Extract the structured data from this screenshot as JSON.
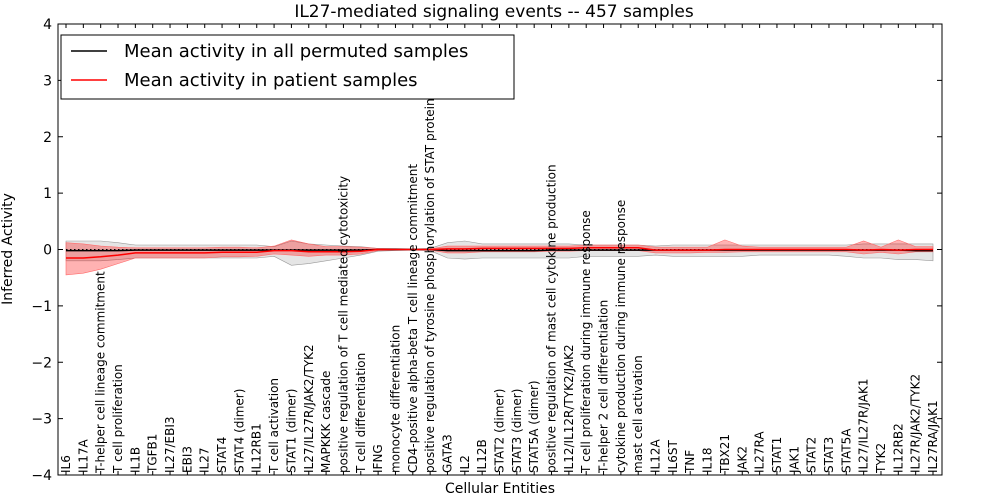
{
  "chart_data": {
    "type": "line",
    "title": "IL27-mediated signaling events -- 457 samples",
    "xlabel": "Cellular Entities",
    "ylabel": "Inferred Activity",
    "ylim": [
      -4,
      4
    ],
    "yticks": [
      -4,
      -3,
      -2,
      -1,
      0,
      1,
      2,
      3,
      4
    ],
    "ytick_labels": [
      "−4",
      "−3",
      "−2",
      "−1",
      "0",
      "1",
      "2",
      "3",
      "4"
    ],
    "legend_position": "top-left",
    "categories": [
      "IL6",
      "IL17A",
      "T-helper cell lineage commitment",
      "T cell proliferation",
      "IL1B",
      "TGFB1",
      "IL27/EBI3",
      "EBI3",
      "IL27",
      "STAT4",
      "STAT4 (dimer)",
      "IL12RB1",
      "T cell activation",
      "STAT1 (dimer)",
      "IL27/IL27R/JAK2/TYK2",
      "MAPKKK cascade",
      "positive regulation of T cell mediated cytotoxicity",
      "T cell differentiation",
      "IFNG",
      "monocyte differentiation",
      "CD4-positive alpha-beta T cell lineage commitment",
      "positive regulation of tyrosine phosphorylation of STAT protein",
      "GATA3",
      "IL2",
      "IL12B",
      "STAT2 (dimer)",
      "STAT3 (dimer)",
      "STAT5A (dimer)",
      "positive regulation of mast cell cytokine production",
      "IL12/IL12R/TYK2/JAK2",
      "T cell proliferation during immune response",
      "T-helper 2 cell differentiation",
      "cytokine production during immune response",
      "mast cell activation",
      "IL12A",
      "IL6ST",
      "TNF",
      "IL18",
      "TBX21",
      "JAK2",
      "IL27RA",
      "STAT1",
      "JAK1",
      "STAT2",
      "STAT3",
      "STAT5A",
      "IL27/IL27R/JAK1",
      "TYK2",
      "IL12RB2",
      "IL27R/JAK2/TYK2",
      "IL27RA/JAK1"
    ],
    "series": [
      {
        "name": "Mean activity in all permuted samples",
        "color": "#000000",
        "style": "line",
        "values": [
          -0.02,
          -0.02,
          -0.02,
          -0.02,
          -0.01,
          -0.01,
          -0.01,
          -0.01,
          -0.01,
          -0.01,
          -0.01,
          -0.01,
          -0.01,
          -0.01,
          -0.01,
          -0.01,
          -0.01,
          -0.01,
          0,
          0,
          0,
          0,
          -0.02,
          -0.02,
          -0.02,
          -0.02,
          -0.02,
          -0.02,
          -0.01,
          -0.01,
          -0.01,
          -0.01,
          -0.01,
          -0.01,
          -0.01,
          -0.01,
          -0.01,
          -0.01,
          -0.01,
          -0.01,
          -0.01,
          -0.01,
          -0.01,
          -0.01,
          -0.01,
          -0.01,
          -0.01,
          -0.01,
          -0.01,
          -0.02,
          -0.02
        ],
        "band_low": [
          -0.2,
          -0.2,
          -0.2,
          -0.18,
          -0.15,
          -0.15,
          -0.15,
          -0.15,
          -0.15,
          -0.15,
          -0.15,
          -0.15,
          -0.12,
          -0.28,
          -0.25,
          -0.2,
          -0.15,
          -0.1,
          -0.03,
          -0.02,
          -0.01,
          -0.02,
          -0.15,
          -0.17,
          -0.15,
          -0.15,
          -0.15,
          -0.15,
          -0.15,
          -0.15,
          -0.12,
          -0.12,
          -0.12,
          -0.12,
          -0.1,
          -0.12,
          -0.12,
          -0.12,
          -0.12,
          -0.12,
          -0.1,
          -0.1,
          -0.1,
          -0.1,
          -0.1,
          -0.12,
          -0.15,
          -0.15,
          -0.18,
          -0.18,
          -0.2
        ],
        "band_high": [
          0.15,
          0.15,
          0.15,
          0.12,
          0.08,
          0.08,
          0.08,
          0.08,
          0.08,
          0.08,
          0.08,
          0.08,
          0.05,
          0.15,
          0.1,
          0.08,
          0.06,
          0.05,
          0.02,
          0.02,
          0.01,
          0.02,
          0.12,
          0.15,
          0.1,
          0.1,
          0.1,
          0.1,
          0.1,
          0.1,
          0.08,
          0.08,
          0.08,
          0.08,
          0.06,
          0.08,
          0.08,
          0.08,
          0.08,
          0.08,
          0.08,
          0.08,
          0.08,
          0.08,
          0.08,
          0.08,
          0.1,
          0.1,
          0.1,
          0.1,
          0.1
        ]
      },
      {
        "name": "Mean activity in patient samples",
        "color": "#ff0000",
        "style": "line",
        "values": [
          -0.15,
          -0.15,
          -0.13,
          -0.1,
          -0.06,
          -0.06,
          -0.06,
          -0.06,
          -0.06,
          -0.05,
          -0.05,
          -0.05,
          -0.02,
          -0.02,
          -0.04,
          -0.04,
          -0.04,
          -0.03,
          0,
          0,
          0,
          0,
          0.01,
          0.01,
          0.02,
          0.02,
          0.02,
          0.02,
          0.02,
          0.02,
          0.03,
          0.03,
          0.03,
          0.03,
          -0.01,
          -0.01,
          -0.01,
          -0.01,
          0,
          0,
          0,
          0,
          0,
          0,
          0,
          0,
          -0.01,
          0,
          -0.01,
          0,
          0
        ],
        "band_low": [
          -0.45,
          -0.42,
          -0.35,
          -0.25,
          -0.15,
          -0.15,
          -0.15,
          -0.15,
          -0.15,
          -0.13,
          -0.13,
          -0.12,
          -0.08,
          -0.1,
          -0.12,
          -0.1,
          -0.1,
          -0.08,
          -0.02,
          -0.01,
          -0.01,
          -0.01,
          -0.06,
          -0.06,
          -0.04,
          -0.04,
          -0.04,
          -0.04,
          -0.03,
          -0.03,
          -0.02,
          -0.02,
          -0.02,
          -0.02,
          -0.06,
          -0.06,
          -0.06,
          -0.05,
          -0.05,
          -0.04,
          -0.04,
          -0.04,
          -0.04,
          -0.04,
          -0.04,
          -0.04,
          -0.08,
          -0.05,
          -0.08,
          -0.04,
          -0.04
        ],
        "band_high": [
          0.12,
          0.1,
          0.06,
          0.04,
          0.03,
          0.03,
          0.03,
          0.03,
          0.03,
          0.04,
          0.04,
          0.03,
          0.06,
          0.17,
          0.1,
          0.05,
          0.05,
          0.04,
          0.02,
          0.01,
          0.01,
          0.01,
          0.06,
          0.06,
          0.06,
          0.06,
          0.06,
          0.06,
          0.06,
          0.06,
          0.08,
          0.08,
          0.08,
          0.08,
          0.04,
          0.04,
          0.04,
          0.04,
          0.17,
          0.06,
          0.04,
          0.04,
          0.04,
          0.04,
          0.04,
          0.04,
          0.15,
          0.04,
          0.17,
          0.05,
          0.05
        ]
      }
    ]
  }
}
